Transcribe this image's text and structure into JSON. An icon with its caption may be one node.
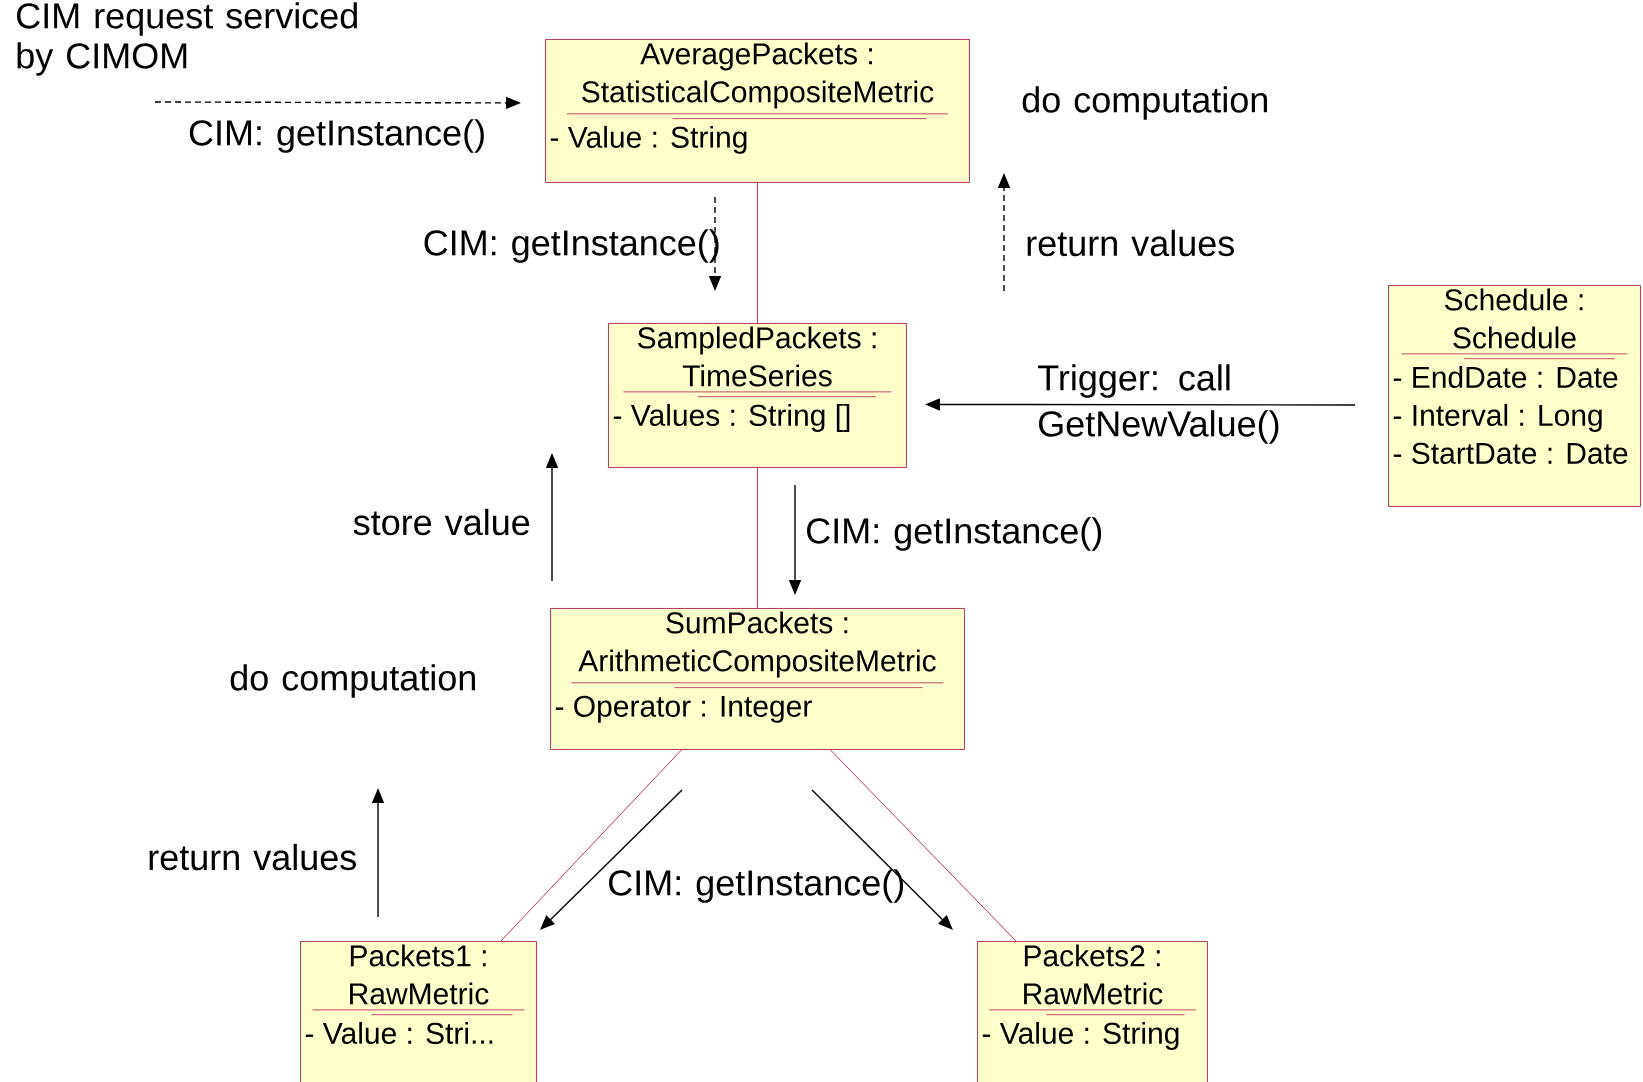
{
  "diagram": {
    "nodes": [
      {
        "text": [
          "AveragePackets : StatisticalCompositeMetric",
          "- Value : String"
        ]
      },
      {
        "text": [
          "SampledPackets : TimeSeries",
          "- Values : String []"
        ]
      },
      {
        "text": [
          "SumPackets : ArithmeticCompositeMetric",
          "- Operator : Integer"
        ]
      },
      {
        "text": [
          "Packets1 : RawMetric",
          "- Value : Stri..."
        ]
      },
      {
        "text": [
          "Packets2 : RawMetric",
          "- Value : String"
        ]
      },
      {
        "text": [
          "Schedule : Schedule",
          "- EndDate : Date",
          "- Interval : Long",
          "- StartDate : Date"
        ]
      }
    ],
    "edges": [
      {
        "from": 0,
        "to": 1,
        "arrow": "none"
      },
      {
        "from": 1,
        "to": 2,
        "arrow": "none"
      },
      {
        "from": 2,
        "to": 3,
        "arrow": "none"
      },
      {
        "from": 2,
        "to": 4,
        "arrow": "none"
      },
      {
        "from": 5,
        "to": 1,
        "arrow": "to",
        "color": "#000000",
        "label": "Trigger: call GetNewValue()"
      },
      {
        "from": null,
        "to": 0,
        "arrow": "to",
        "style": "dashed",
        "color": "#000000",
        "label": "CIM: getInstance()"
      }
    ],
    "labels": [
      "CIM request serviced by CIMOM",
      "do computation",
      "CIM: getInstance()",
      "return values",
      "store value",
      "CIM: getInstance()",
      "do computation",
      "return values",
      "CIM: getInstance()"
    ]
  }
}
